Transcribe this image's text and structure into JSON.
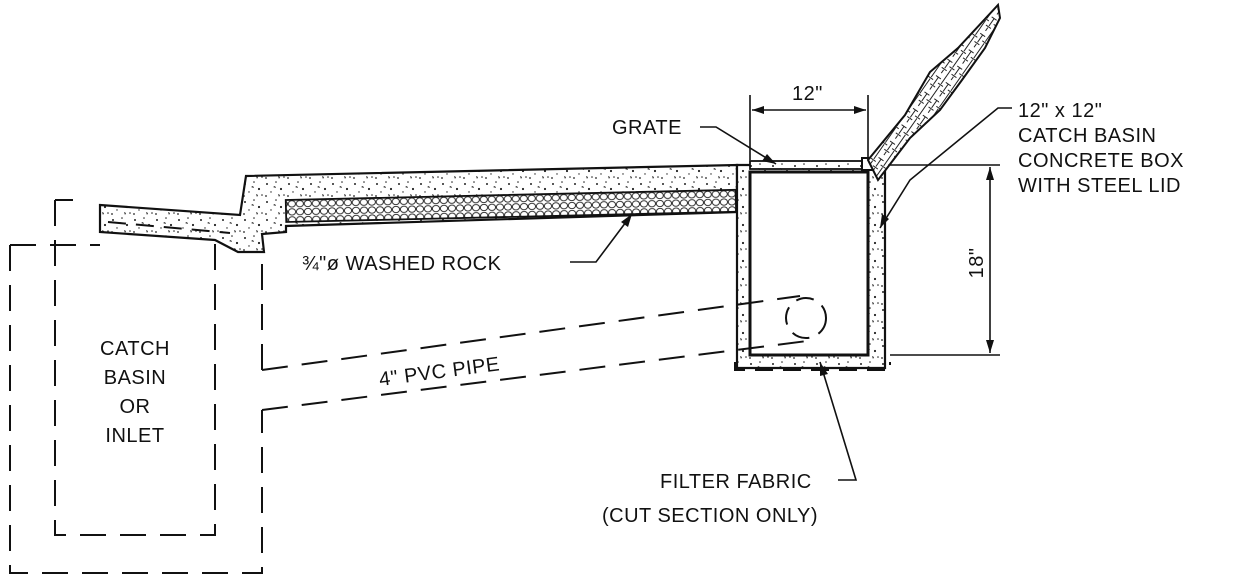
{
  "labels": {
    "grate": "GRATE",
    "width_dim": "12\"",
    "box_line1": "12\" x 12\"",
    "box_line2": "CATCH BASIN",
    "box_line3": "CONCRETE BOX",
    "box_line4": "WITH STEEL LID",
    "depth_dim": "18\"",
    "rock": "¾\"ø WASHED ROCK",
    "pipe": "4\" PVC PIPE",
    "inlet_line1": "CATCH",
    "inlet_line2": "BASIN",
    "inlet_line3": "OR",
    "inlet_line4": "INLET",
    "fabric_line1": "FILTER FABRIC",
    "fabric_line2": "(CUT SECTION ONLY)"
  }
}
